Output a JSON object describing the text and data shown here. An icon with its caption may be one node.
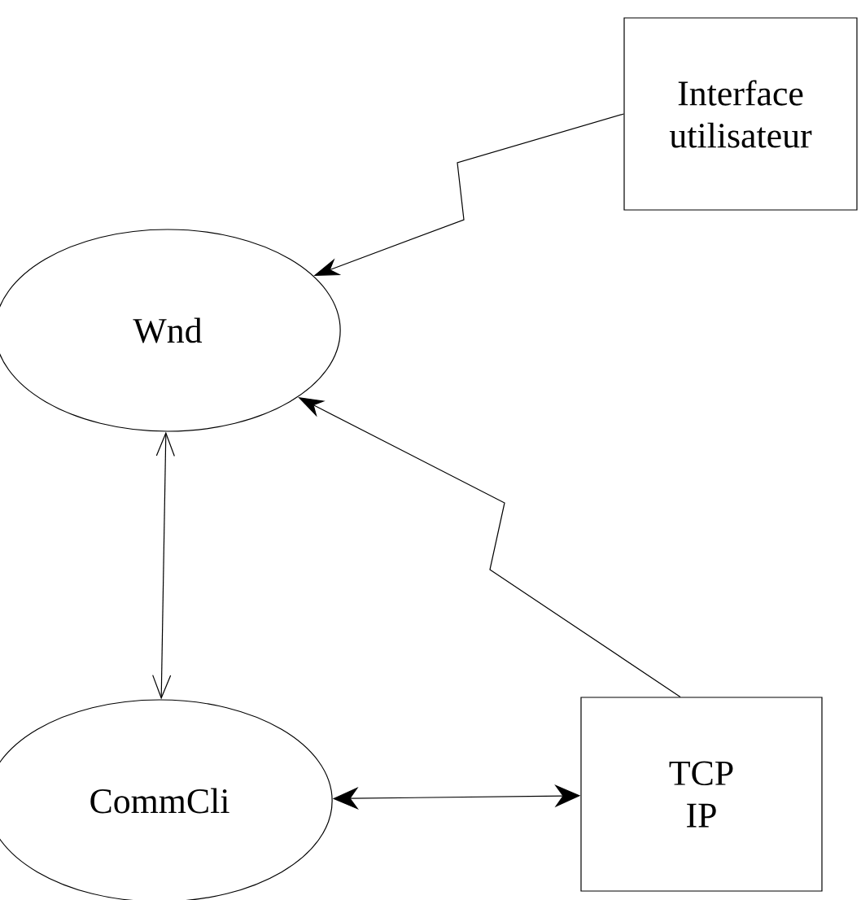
{
  "diagram": {
    "nodes": [
      {
        "text": [
          "Interface utilisateur"
        ]
      },
      {
        "text": [
          "Wnd"
        ]
      },
      {
        "text": [
          "CommCli"
        ]
      },
      {
        "text": [
          "TCP IP"
        ]
      }
    ],
    "edges": [
      {
        "from": 0,
        "to": 1,
        "arrow": "to"
      },
      {
        "from": 3,
        "to": 1,
        "arrow": "to"
      },
      {
        "from": 1,
        "to": 2,
        "arrow": "both"
      },
      {
        "from": 2,
        "to": 3,
        "arrow": "both"
      }
    ]
  }
}
